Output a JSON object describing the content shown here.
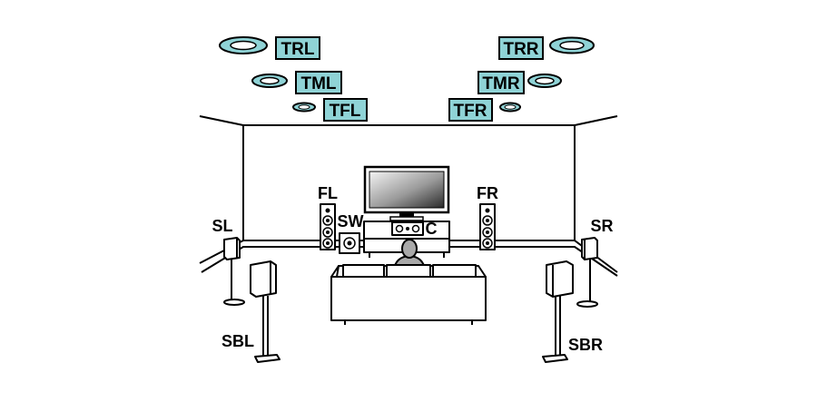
{
  "speakers": {
    "trl": "TRL",
    "trr": "TRR",
    "tml": "TML",
    "tmr": "TMR",
    "tfl": "TFL",
    "tfr": "TFR",
    "fl": "FL",
    "fr": "FR",
    "sw": "SW",
    "c": "C",
    "sl": "SL",
    "sr": "SR",
    "sbl": "SBL",
    "sbr": "SBR"
  },
  "colors": {
    "tag_fill": "#8fd3d6",
    "ceiling_speaker_ring": "#8fd3d6",
    "line": "#000000",
    "background": "#ffffff"
  }
}
